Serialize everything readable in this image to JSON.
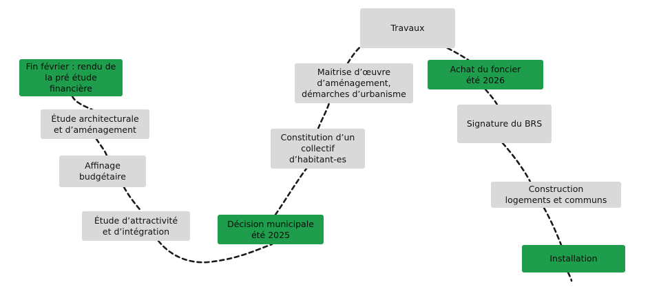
{
  "steps": {
    "fin_fevrier": "Fin février : rendu de\nla pré étude\nfinancière",
    "etude_archi": "Étude  architecturale\net d’aménagement",
    "affinage": "Affinage\nbudgétaire",
    "attractivite": "Étude d’attractivité\net d’intégration",
    "decision": "Décision municipale\nété 2025",
    "collectif": "Constitution d’un\ncollectif\nd’habitant-es",
    "maitrise": "Maitrise d’œuvre\nd’aménagement,\ndémarches d’urbanisme",
    "travaux": "Travaux",
    "achat": "Achat du foncier\nété 2026",
    "brs": "Signature du BRS",
    "construction": "Construction\nlogements et communs",
    "installation": "Installation"
  },
  "colors": {
    "milestone_green": "#1e9e4c",
    "step_grey": "#d9d9d9",
    "path_stroke": "#1a1a1a"
  }
}
